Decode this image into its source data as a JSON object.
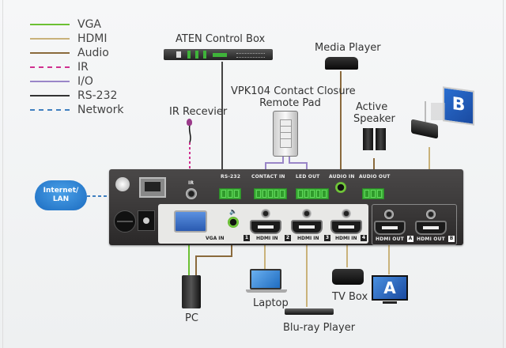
{
  "legend": {
    "items": [
      {
        "label": "VGA",
        "color": "#6cc033",
        "style": "solid"
      },
      {
        "label": "HDMI",
        "color": "#c9b27a",
        "style": "solid"
      },
      {
        "label": "Audio",
        "color": "#8a6a3c",
        "style": "solid"
      },
      {
        "label": "IR",
        "color": "#d0308f",
        "style": "dashed"
      },
      {
        "label": "I/O",
        "color": "#9a86c8",
        "style": "solid"
      },
      {
        "label": "RS-232",
        "color": "#333333",
        "style": "solid"
      },
      {
        "label": "Network",
        "color": "#3f7fc0",
        "style": "dashed"
      }
    ]
  },
  "devices": {
    "control_box": "ATEN Control Box",
    "media_player": "Media Player",
    "contact_pad": "VPK104 Contact Closure\nRemote Pad",
    "contact_pad_line1": "VPK104 Contact Closure",
    "contact_pad_line2": "Remote Pad",
    "ir_receiver": "IR Recevier",
    "active_speaker_line1": "Active",
    "active_speaker_line2": "Speaker",
    "cloud_line1": "Internet/",
    "cloud_line2": "LAN",
    "pc": "PC",
    "laptop": "Laptop",
    "bluray": "Blu-ray Player",
    "tv_box": "TV Box",
    "display_a": "A",
    "display_b": "B"
  },
  "unit": {
    "ports": {
      "ir": "IR",
      "rs232": "RS-232",
      "contact_in": "CONTACT IN",
      "led_out": "LED OUT",
      "audio_in": "AUDIO IN",
      "audio_out": "AUDIO OUT",
      "vga_in": "VGA IN",
      "hdmi_in": "HDMI IN",
      "hdmi_out": "HDMI OUT"
    },
    "input_numbers": [
      "1",
      "2",
      "3",
      "4"
    ],
    "output_letters": [
      "A",
      "B"
    ]
  }
}
